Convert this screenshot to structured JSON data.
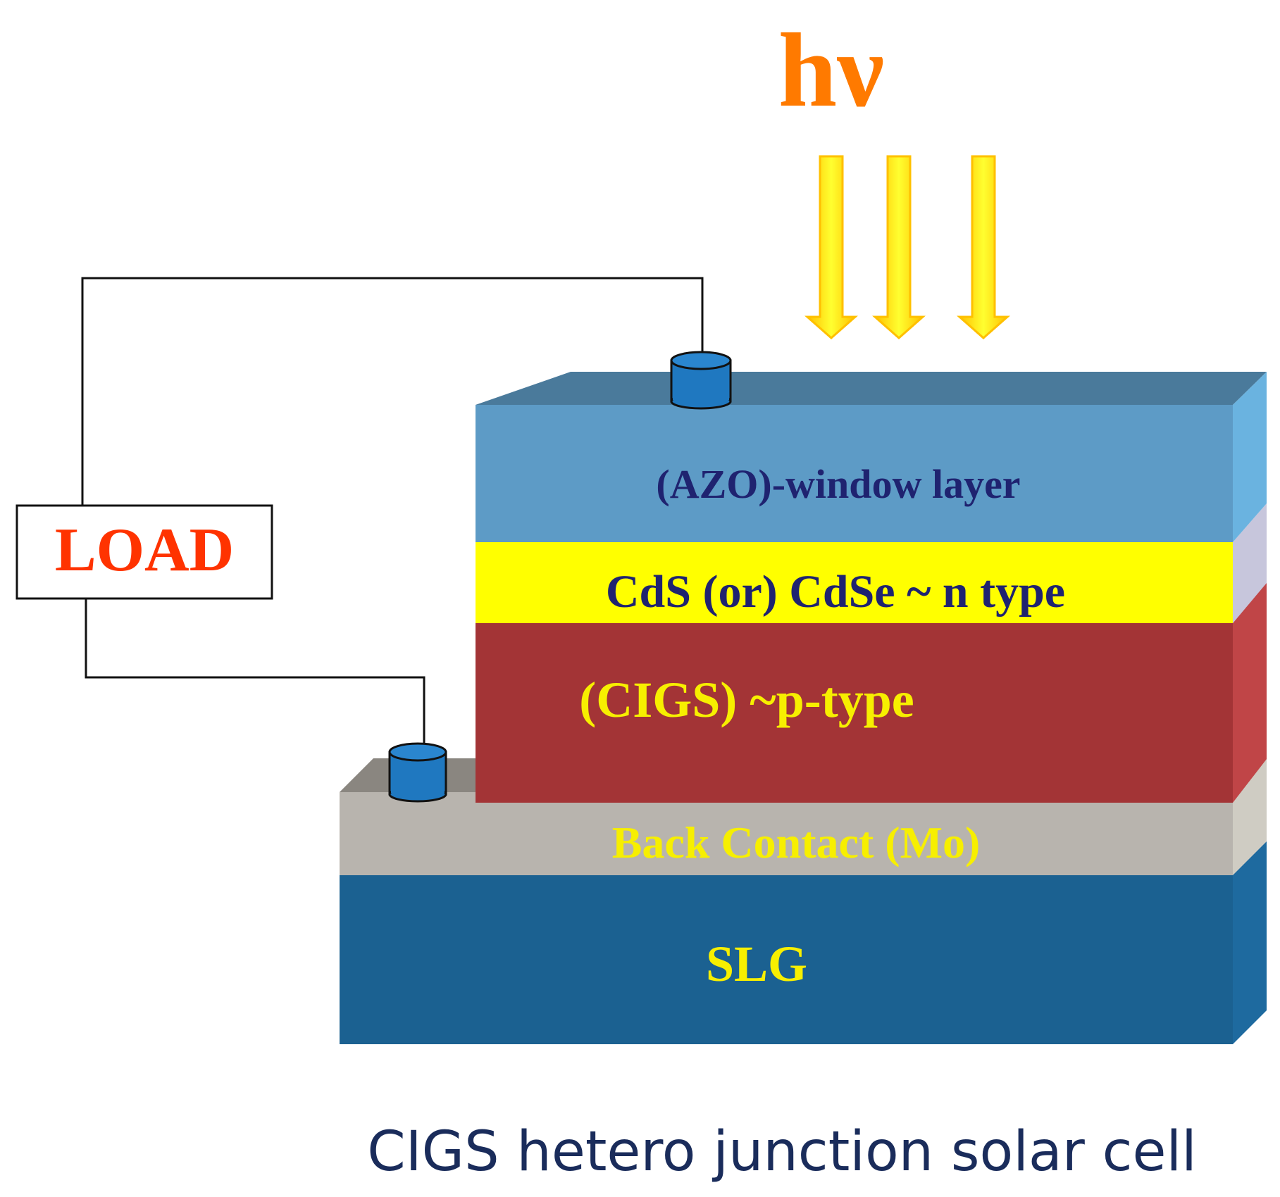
{
  "diagram": {
    "light_label": "hν",
    "load_label": "LOAD",
    "caption": "CIGS hetero junction solar cell",
    "layers": {
      "azo": "(AZO)-window layer",
      "cds": "CdS (or) CdSe ~ n type",
      "cigs": "(CIGS) ~p-type",
      "mo": "Back Contact (Mo)",
      "slg": "SLG"
    }
  },
  "colors": {
    "light": "#ff7a00",
    "arrow_fill": "#ffee00",
    "arrow_edge": "#ffc000",
    "load_text": "#ff3300",
    "dark_text": "#1f2370",
    "yellow_text": "#f7ef00",
    "caption": "#1a2c5b",
    "azo": "#5d9bc6",
    "cds": "#ffff00",
    "cigs": "#a33436",
    "mo": "#b8b4ae",
    "slg": "#1b6191",
    "contact": "#1f78c0"
  }
}
